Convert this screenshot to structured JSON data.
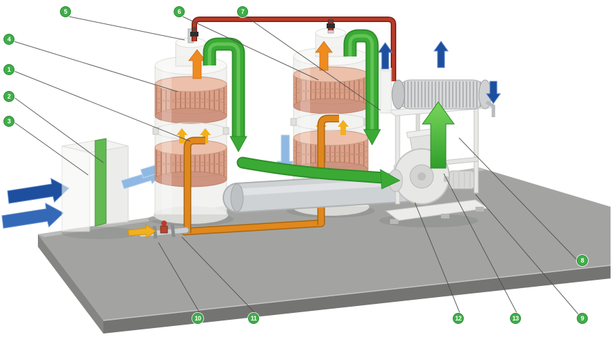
{
  "diagram": {
    "callouts": [
      {
        "id": 1,
        "label": "1"
      },
      {
        "id": 2,
        "label": "2"
      },
      {
        "id": 3,
        "label": "3"
      },
      {
        "id": 4,
        "label": "4"
      },
      {
        "id": 5,
        "label": "5"
      },
      {
        "id": 6,
        "label": "6"
      },
      {
        "id": 7,
        "label": "7"
      },
      {
        "id": 8,
        "label": "8"
      },
      {
        "id": 9,
        "label": "9"
      },
      {
        "id": 10,
        "label": "10"
      },
      {
        "id": 11,
        "label": "11"
      },
      {
        "id": 12,
        "label": "12"
      },
      {
        "id": 13,
        "label": "13"
      }
    ],
    "components": [
      "air-inlet-arrows",
      "pre-filter-box",
      "green-filter-panel",
      "adsorber-tower-1",
      "adsorber-tower-2",
      "heater-media-beds",
      "top-relief-valves",
      "red-overhead-pipe",
      "orange-hot-air-pipes",
      "drain-valve",
      "main-collection-duct",
      "green-process-ducts",
      "green-transfer-pipe",
      "heat-exchanger-coil",
      "exchanger-stand",
      "centrifugal-fan",
      "fan-motor",
      "fan-exhaust-arrow",
      "concrete-base-slab"
    ],
    "colors": {
      "callout_green": "#3fae49",
      "duct_green": "#3aaa35",
      "pipe_orange": "#e0881c",
      "pipe_red": "#b23b2a",
      "arrow_dark_blue": "#1d4f9e",
      "arrow_light_blue": "#8fb9e3",
      "arrow_yellow": "#f2b01e",
      "media_pink": "#d9a08c",
      "platform_gray": "#a3a4a2"
    }
  }
}
